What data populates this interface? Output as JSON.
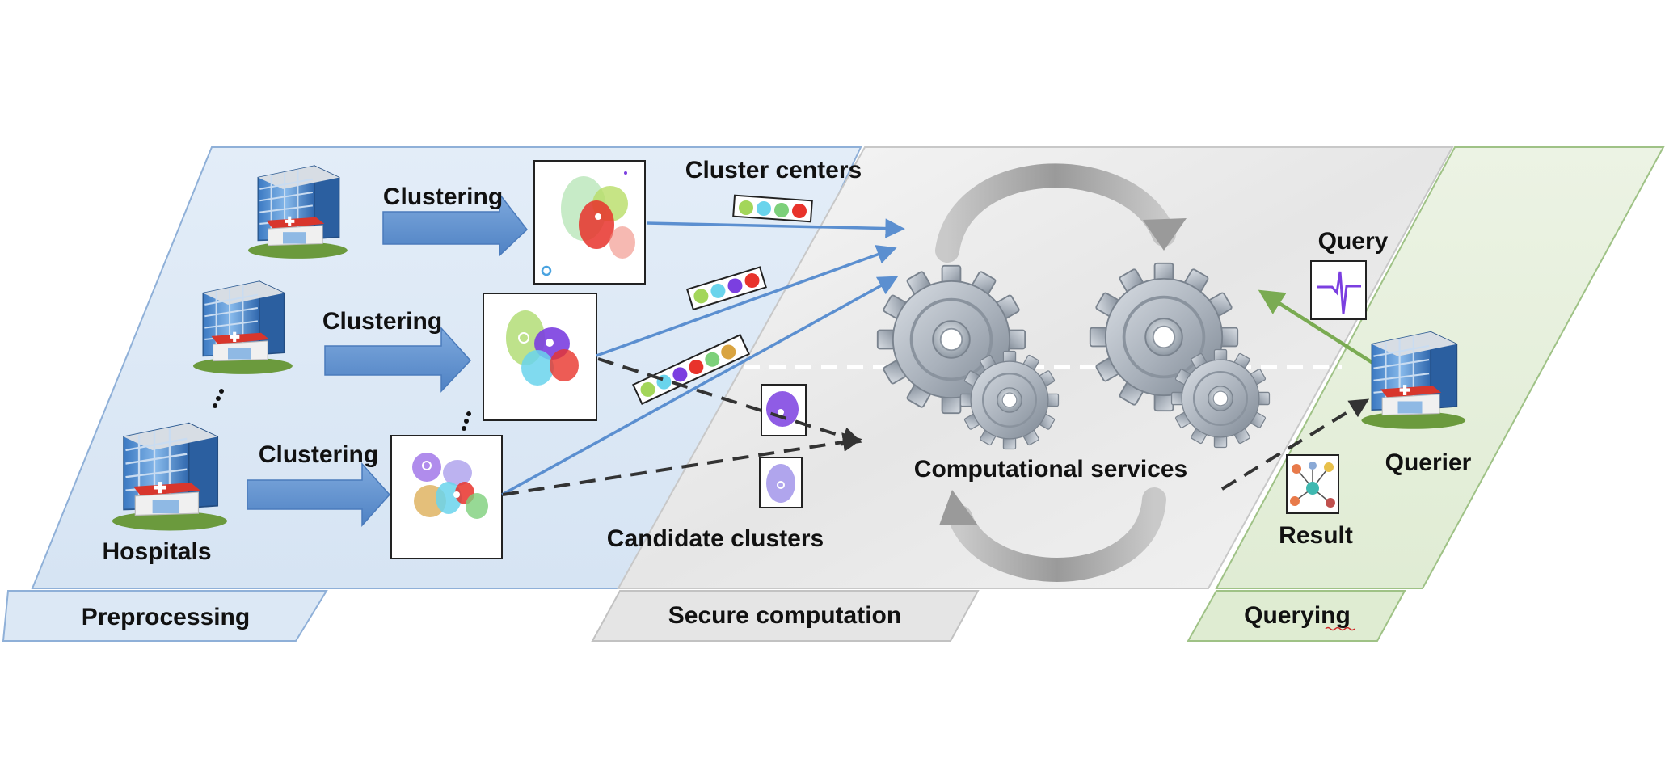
{
  "labels": {
    "clustering_1": "Clustering",
    "clustering_2": "Clustering",
    "clustering_3": "Clustering",
    "hospitals": "Hospitals",
    "cluster_centers": "Cluster centers",
    "candidate_clusters": "Candidate clusters",
    "computational_services": "Computational services",
    "query": "Query",
    "querier": "Querier",
    "result": "Result"
  },
  "stages": {
    "preprocessing": "Preprocessing",
    "secure_computation": "Secure computation",
    "querying": "Querying"
  },
  "colors": {
    "blue_panel": "#dce8f5",
    "gray_panel": "#eeeeee",
    "green_panel": "#e5efdb",
    "arrow_blue": "#5b8fd0",
    "arrow_green": "#7aab52",
    "dashed": "#333333",
    "cluster_palette": [
      "#a3d65a",
      "#6ad4ec",
      "#7dd07a",
      "#e8332b",
      "#7b3fe0",
      "#d9a441"
    ]
  }
}
